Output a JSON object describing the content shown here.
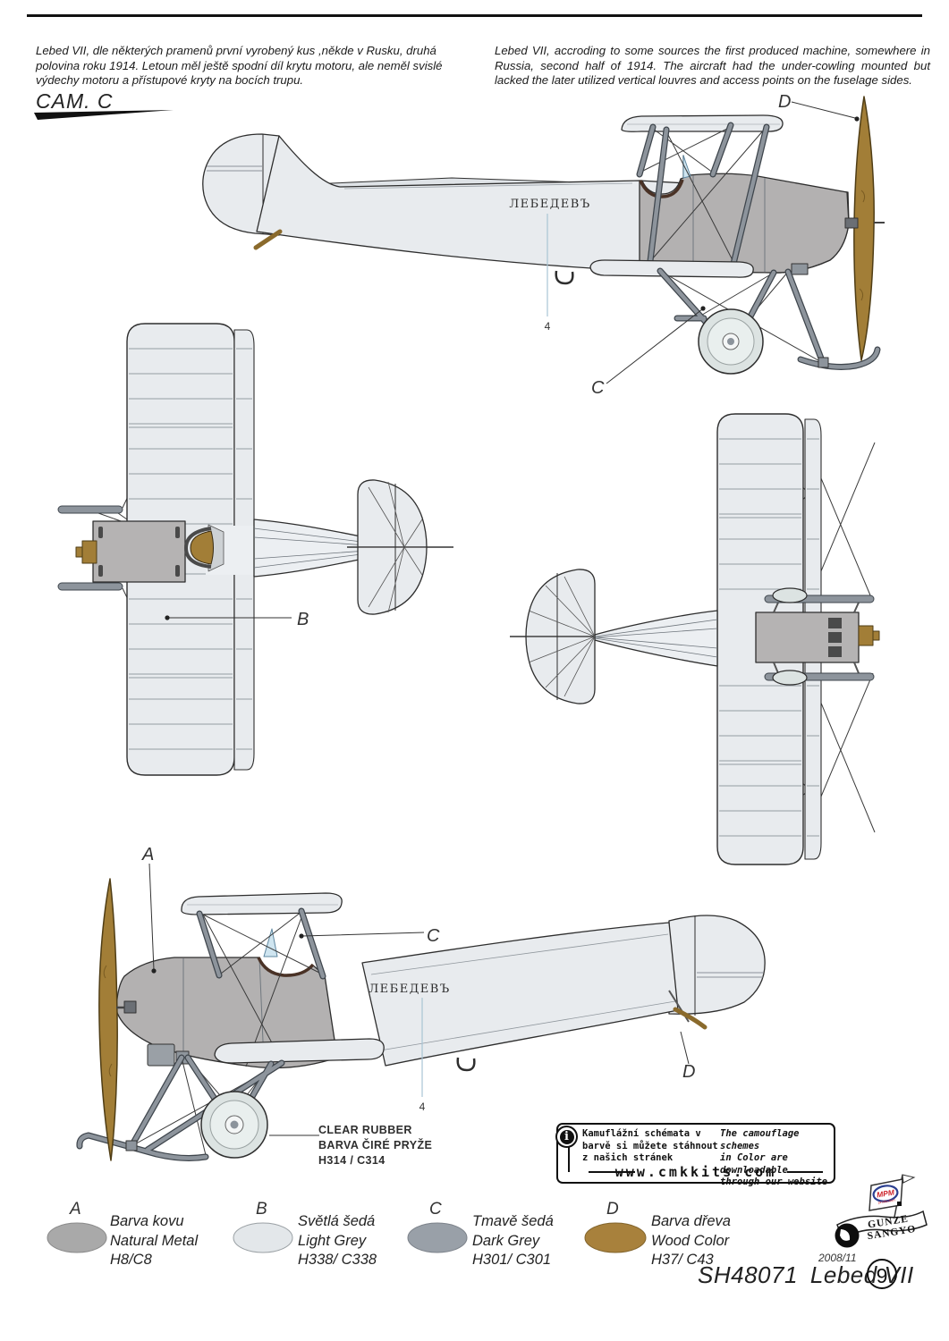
{
  "header": {
    "intro_cs": "Lebed VII, dle některých pramenů první vyrobený kus ,někde v Rusku, druhá polovina roku 1914. Letoun měl ještě spodní díl krytu motoru, ale neměl svislé výdechy motoru a přístupové kryty na bocích trupu.",
    "intro_en": "Lebed VII, accroding to some sources the first produced machine, somewhere in Russia, second half of 1914. The aircraft had the under-cowling mounted but lacked the later utilized vertical louvres and access points on the fuselage sides.",
    "cam_label": "CAM. C"
  },
  "drawings": {
    "side_view_right": {
      "label_d": "D",
      "label_c": "C",
      "callout_4": "4",
      "marking": "ЛЕБЕДЕВЪ"
    },
    "top_view": {
      "label_b": "B"
    },
    "side_view_left": {
      "label_a": "A",
      "label_c": "C",
      "label_d": "D",
      "callout_4": "4",
      "marking": "ЛЕБЕДЕВЪ"
    }
  },
  "clear_rubber_note": {
    "line1": "CLEAR RUBBER",
    "line2": "BARVA ČIRÉ PRYŽE",
    "line3": "H314 / C314"
  },
  "info_box": {
    "cs_line1": "Kamuflážní schémata v",
    "cs_line2": "barvě si můžete stáhnout",
    "cs_line3": "z našich stránek",
    "en_line1": "The camouflage schemes",
    "en_line2": "in Color are downloadable",
    "en_line3": "through our website",
    "website": "www.cmkkits.com",
    "icon_glyph": "i"
  },
  "color_legend": [
    {
      "letter": "A",
      "name_cs": "Barva kovu",
      "name_en": "Natural Metal",
      "code": "H8/C8",
      "color": "#a9a9a9"
    },
    {
      "letter": "B",
      "name_cs": "Světlá šedá",
      "name_en": "Light Grey",
      "code": "H338/ C338",
      "color": "#e3e7ea"
    },
    {
      "letter": "C",
      "name_cs": "Tmavě šedá",
      "name_en": "Dark Grey",
      "code": "H301/ C301",
      "color": "#99a0a8"
    },
    {
      "letter": "D",
      "name_cs": "Barva dřeva",
      "name_en": "Wood Color",
      "code": "H37/ C43",
      "color": "#a8813c"
    }
  ],
  "footer": {
    "date": "2008/11",
    "kit_number": "SH48071",
    "kit_name": "Lebed VII",
    "page_number": "9",
    "mpm_label": "MPM",
    "mpm_sub": "production",
    "gunze_line1": "GUNZE",
    "gunze_line2": "SANGYO"
  }
}
